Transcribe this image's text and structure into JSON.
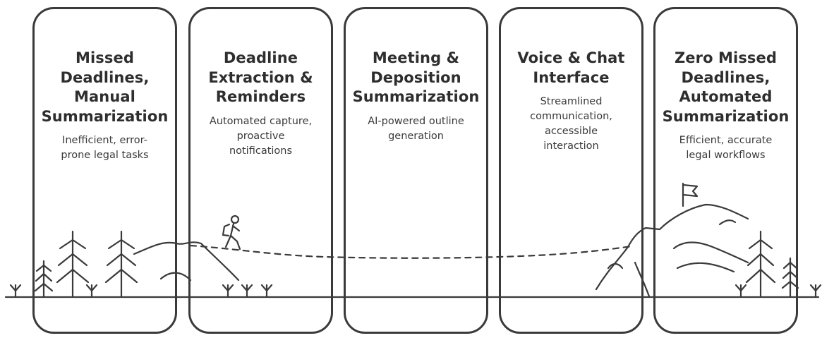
{
  "stages": [
    {
      "title": "Missed\nDeadlines,\nManual\nSummarization",
      "description": "Inefficient, error-\nprone legal tasks"
    },
    {
      "title": "Deadline\nExtraction &\nReminders",
      "description": "Automated capture,\nproactive\nnotifications"
    },
    {
      "title": "Meeting &\nDeposition\nSummarization",
      "description": "AI-powered outline\ngeneration"
    },
    {
      "title": "Voice & Chat\nInterface",
      "description": "Streamlined\ncommunication,\naccessible\ninteraction"
    },
    {
      "title": "Zero Missed\nDeadlines,\nAutomated\nSummarization",
      "description": "Efficient, accurate\nlegal workflows"
    }
  ],
  "colors": {
    "ink": "#3a3a3a",
    "background": "#ffffff"
  },
  "icons": [
    "pine-tree-icon",
    "grass-tuft-icon",
    "hiker-icon",
    "mountain-icon",
    "summit-flag-icon"
  ]
}
